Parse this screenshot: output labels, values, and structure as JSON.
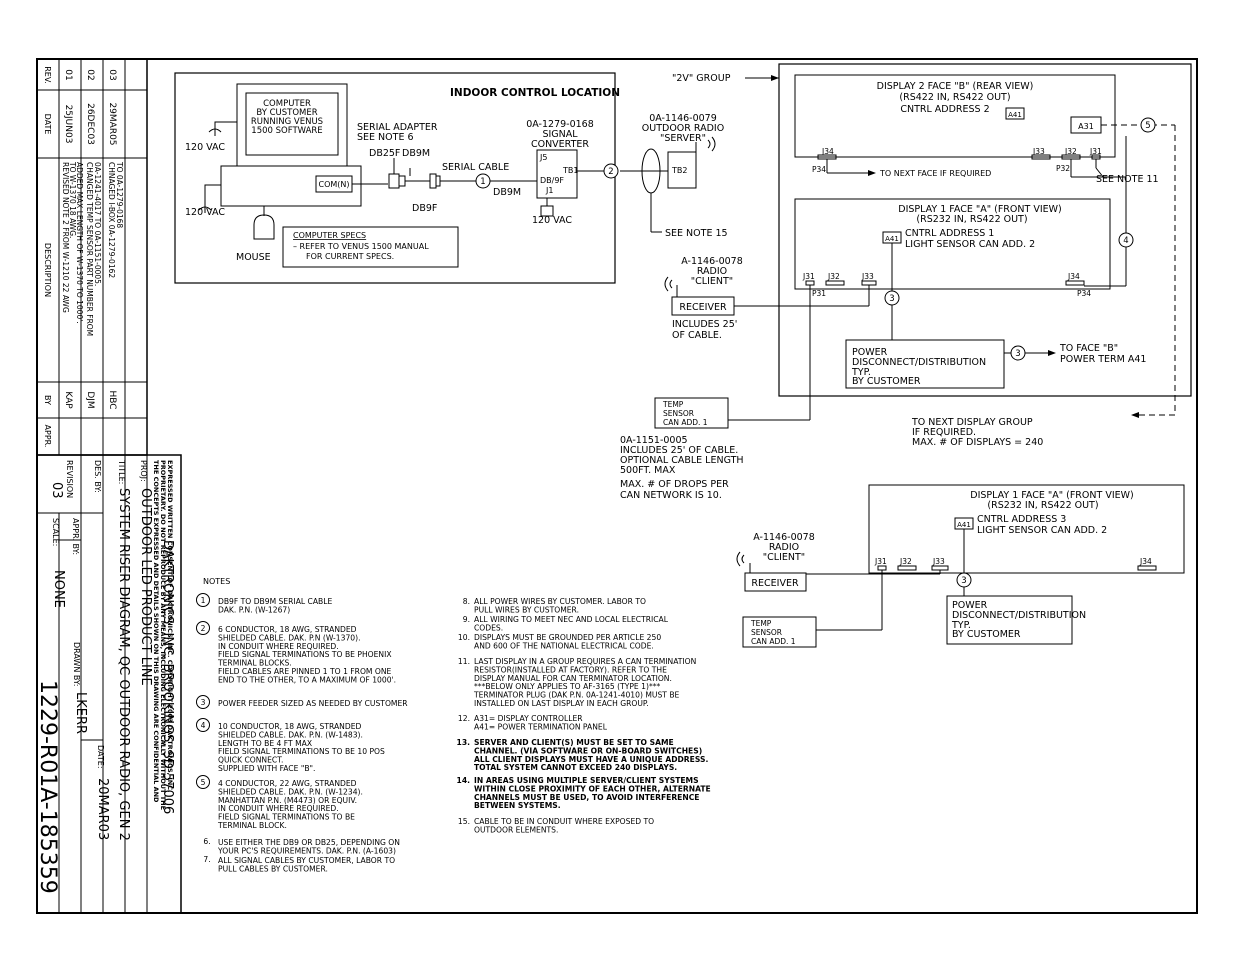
{
  "title_block": {
    "company_notice": [
      "THE CONCEPTS EXPRESSED AND DETAILS SHOWN ON THIS DRAWING ARE CONFIDENTIAL AND",
      "PROPRIETARY. DO NOT REPRODUCE BY ANY MEANS, INCLUDING ELECTRONICALLY WITHOUT THE",
      "EXPRESSED WRITTEN CONSENT OF DAKTRONICS, INC.          COPYRIGHT 2003 DAKTRONICS, INC."
    ],
    "company": "DAKTRONICS, INC.   BROOKINGS, SD 57006",
    "proj_label": "PROJ:",
    "proj": "OUTDOOR LED PRODUCT LINE",
    "title_label": "TITLE:",
    "title": "SYSTEM RISER DIAGRAM, QC OUTDOOR RADIO, GEN 2",
    "des_by_label": "DES. BY:",
    "drawn_by_label": "DRAWN BY:",
    "drawn_by": "LKERR",
    "date_label": "DATE:",
    "date": "20MAR03",
    "revision_label": "REVISION",
    "revision": "03",
    "appr_by_label": "APPR. BY:",
    "scale_label": "SCALE:",
    "scale": "NONE",
    "drawing_number": "1229-R01A-185359"
  },
  "revision_table": {
    "headers": [
      "REV.",
      "DATE",
      "DESCRIPTION",
      "BY",
      "APPR."
    ],
    "rows": [
      {
        "rev": "01",
        "date": "25JUN03",
        "desc": [
          "REVISED NOTE 2 FROM W-1210 22 AWG",
          "TO W-1370 18 AWG.",
          "ADDED MAX LENGTH OF W-1370 TO 1000'."
        ],
        "by": "KAP",
        "appr": ""
      },
      {
        "rev": "02",
        "date": "26DEC03",
        "desc": [
          "CHANGED TEMP SENSOR PART NUMBER FROM",
          "0A-1241-4017 TO 0A-1151-0005."
        ],
        "by": "DJM",
        "appr": ""
      },
      {
        "rev": "03",
        "date": "29MAR05",
        "desc": [
          "CHNAGED I-BOX 0A-1279-0162",
          "TO 0A-1279-0168"
        ],
        "by": "HBC",
        "appr": ""
      }
    ]
  },
  "diagram": {
    "indoor_title": "INDOOR CONTROL LOCATION",
    "computer": [
      "COMPUTER",
      "BY CUSTOMER",
      "RUNNING VENUS",
      "1500 SOFTWARE"
    ],
    "com_port": "COM(N)",
    "vac1": "120 VAC",
    "vac2": "120 VAC",
    "mouse": "MOUSE",
    "serial_adapter": [
      "SERIAL ADAPTER",
      "SEE NOTE 6"
    ],
    "db25f": "DB25F",
    "db9m_top": "DB9M",
    "db9f": "DB9F",
    "serial_cable": "SERIAL CABLE",
    "db9m_conv": "DB9M",
    "specs_title": "COMPUTER SPECS",
    "specs": [
      "–  REFER TO VENUS 1500 MANUAL",
      "FOR CURRENT SPECS."
    ],
    "converter": [
      "0A-1279-0168",
      "SIGNAL",
      "CONVERTER"
    ],
    "j5": "J5",
    "tb1": "TB1",
    "db9f_j1": "DB/9F",
    "j1": "J1",
    "vac3": "120 VAC",
    "server": [
      "0A-1146-0079",
      "OUTDOOR RADIO",
      "\"SERVER\""
    ],
    "tb2": "TB2",
    "see_note_15": "SEE NOTE 15",
    "group_label": "\"2V\" GROUP",
    "face_b": [
      "DISPLAY 2 FACE \"B\" (REAR VIEW)",
      "(RS422 IN, RS422 OUT)",
      "CNTRL ADDRESS 2"
    ],
    "a41": "A41",
    "a31": "A31",
    "j34": "J34",
    "j33": "J33",
    "j32": "J32",
    "j31": "J31",
    "p34": "P34",
    "p32": "P32",
    "p31": "P31",
    "to_next_face": "TO NEXT FACE IF REQUIRED",
    "see_note_11": "SEE NOTE 11",
    "face_a1": [
      "DISPLAY 1 FACE \"A\" (FRONT VIEW)",
      "(RS232 IN, RS422 OUT)",
      "CNTRL ADDRESS 1",
      "LIGHT SENSOR CAN ADD. 2"
    ],
    "radio_client": [
      "A-1146-0078",
      "RADIO",
      "\"CLIENT\""
    ],
    "receiver": "RECEIVER",
    "includes_cable": [
      "INCLUDES 25'",
      "OF CABLE."
    ],
    "power_dist": [
      "POWER",
      "DISCONNECT/DISTRIBUTION",
      "TYP.",
      "BY CUSTOMER"
    ],
    "to_face_b": [
      "TO FACE \"B\"",
      "POWER TERM A41"
    ],
    "temp_sensor1": [
      "TEMP",
      "SENSOR",
      "CAN ADD. 1"
    ],
    "temp_part": [
      "0A-1151-0005",
      "INCLUDES 25' OF CABLE.",
      "OPTIONAL CABLE LENGTH",
      "500FT. MAX"
    ],
    "max_drops": [
      "MAX. # OF DROPS PER",
      "CAN NETWORK IS 10."
    ],
    "next_group": [
      "TO NEXT DISPLAY GROUP",
      "IF REQUIRED.",
      "MAX. # OF DISPLAYS = 240"
    ],
    "face_a3": [
      "DISPLAY 1 FACE \"A\" (FRONT VIEW)",
      "(RS232 IN, RS422 OUT)",
      "CNTRL ADDRESS 3",
      "LIGHT SENSOR CAN ADD. 2"
    ],
    "radio_client2": [
      "A-1146-0078",
      "RADIO",
      "\"CLIENT\""
    ],
    "receiver2": "RECEIVER",
    "temp_sensor2": [
      "TEMP",
      "SENSOR",
      "CAN ADD. 1"
    ],
    "power_dist2": [
      "POWER",
      "DISCONNECT/DISTRIBUTION",
      "TYP.",
      "BY CUSTOMER"
    ],
    "bubbles": {
      "b1": "1",
      "b2": "2",
      "b3": "3",
      "b4": "4",
      "b5": "5"
    }
  },
  "notes": {
    "heading": "NOTES",
    "left": [
      {
        "num": "1",
        "circled": true,
        "lines": [
          "DB9F TO DB9M SERIAL CABLE",
          "DAK. P.N. (W-1267)"
        ]
      },
      {
        "num": "2",
        "circled": true,
        "lines": [
          "6 CONDUCTOR, 18 AWG, STRANDED",
          "SHIELDED CABLE. DAK. P.N (W-1370).",
          "IN CONDUIT WHERE REQUIRED.",
          "FIELD SIGNAL TERMINATIONS TO BE PHOENIX",
          "TERMINAL BLOCKS.",
          "FIELD CABLES ARE PINNED 1 TO 1 FROM ONE",
          "END TO THE OTHER, TO A MAXIMUM OF 1000'."
        ]
      },
      {
        "num": "3",
        "circled": true,
        "lines": [
          "POWER FEEDER SIZED AS NEEDED BY CUSTOMER"
        ]
      },
      {
        "num": "4",
        "circled": true,
        "lines": [
          "10 CONDUCTOR, 18 AWG, STRANDED",
          "SHIELDED CABLE. DAK. P.N. (W-1483).",
          "LENGTH TO BE 4 FT MAX",
          "FIELD SIGNAL TERMINATIONS TO BE 10 POS",
          "QUICK CONNECT.",
          "SUPPLIED WITH FACE \"B\"."
        ]
      },
      {
        "num": "5",
        "circled": true,
        "lines": [
          "4 CONDUCTOR, 22 AWG, STRANDED",
          "SHIELDED CABLE. DAK. P.N. (W-1234).",
          "MANHATTAN P.N. (M4473) OR EQUIV.",
          "IN CONDUIT WHERE REQUIRED.",
          "FIELD SIGNAL TERMINATIONS TO BE",
          "TERMINAL BLOCK."
        ]
      },
      {
        "num": "6.",
        "circled": false,
        "lines": [
          "USE EITHER THE DB9 OR DB25, DEPENDING ON",
          "YOUR PC'S REQUIREMENTS. DAK. P.N. (A-1603)"
        ]
      },
      {
        "num": "7.",
        "circled": false,
        "lines": [
          "ALL SIGNAL CABLES BY CUSTOMER, LABOR TO",
          "PULL CABLES BY CUSTOMER."
        ]
      }
    ],
    "right": [
      {
        "num": "8.",
        "bold": false,
        "lines": [
          "ALL POWER WIRES BY CUSTOMER. LABOR TO",
          "PULL WIRES BY CUSTOMER."
        ]
      },
      {
        "num": "9.",
        "bold": false,
        "lines": [
          "ALL WIRING TO MEET NEC AND LOCAL ELECTRICAL",
          "CODES."
        ]
      },
      {
        "num": "10.",
        "bold": false,
        "lines": [
          "DISPLAYS MUST BE GROUNDED PER ARTICLE 250",
          "AND 600 OF THE NATIONAL ELECTRICAL CODE."
        ]
      },
      {
        "num": "11.",
        "bold": false,
        "lines": [
          "LAST DISPLAY IN A GROUP REQUIRES A CAN TERMINATION",
          "RESISTOR(INSTALLED AT FACTORY). REFER TO THE",
          "DISPLAY MANUAL FOR CAN TERMINATOR LOCATION.",
          "   ***BELOW ONLY APPLIES TO AF-3165 (TYPE 1)***",
          "TERMINATOR PLUG (DAK P.N. 0A-1241-4010) MUST BE",
          "INSTALLED ON LAST DISPLAY IN EACH GROUP."
        ]
      },
      {
        "num": "12.",
        "bold": false,
        "lines": [
          "A31= DISPLAY CONTROLLER",
          "A41= POWER TERMINATION PANEL"
        ]
      },
      {
        "num": "13.",
        "bold": true,
        "lines": [
          "SERVER AND CLIENT(S) MUST BE SET TO SAME",
          "CHANNEL. (VIA SOFTWARE OR ON-BOARD SWITCHES)",
          "ALL CLIENT DISPLAYS MUST HAVE A UNIQUE ADDRESS.",
          "TOTAL SYSTEM CANNOT EXCEED 240 DISPLAYS."
        ]
      },
      {
        "num": "14.",
        "bold": true,
        "lines": [
          "IN AREAS USING MULTIPLE SERVER/CLIENT SYSTEMS",
          "WITHIN CLOSE PROXIMITY OF EACH OTHER, ALTERNATE",
          "CHANNELS MUST BE USED, TO AVOID INTERFERENCE",
          "BETWEEN SYSTEMS."
        ]
      },
      {
        "num": "15.",
        "bold": false,
        "lines": [
          "CABLE TO BE IN CONDUIT WHERE EXPOSED TO",
          "OUTDOOR ELEMENTS."
        ]
      }
    ]
  }
}
